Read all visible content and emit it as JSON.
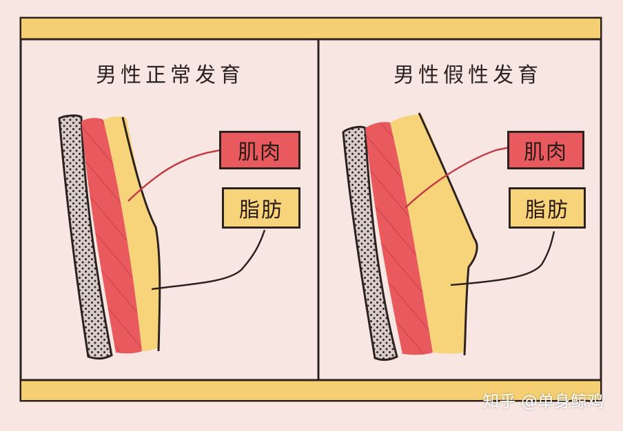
{
  "colors": {
    "background": "#f8e6e2",
    "frame_band": "#f5cf72",
    "outline": "#2b2220",
    "muscle": "#e85a5e",
    "fat": "#f7d37a",
    "skin_layer": "#d9cbc8"
  },
  "panels": [
    {
      "title": "男性正常发育",
      "muscle_label": "肌肉",
      "fat_label": "脂肪"
    },
    {
      "title": "男性假性发育",
      "muscle_label": "肌肉",
      "fat_label": "脂肪"
    }
  ],
  "watermark": "知乎 @单身鲸鸡"
}
